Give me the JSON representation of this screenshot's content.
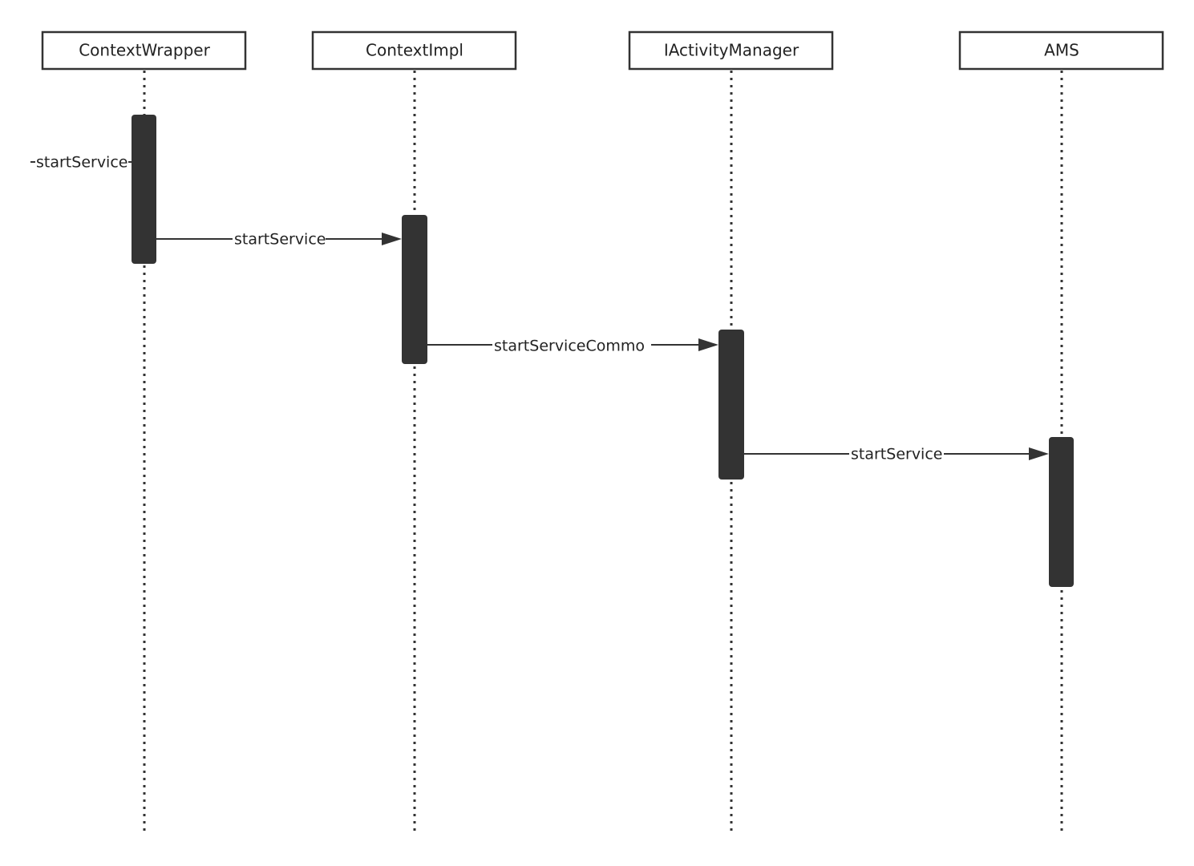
{
  "actors": [
    {
      "id": "contextwrapper",
      "label": "ContextWrapper"
    },
    {
      "id": "contextimpl",
      "label": "ContextImpl"
    },
    {
      "id": "iactivitymanager",
      "label": "IActivityManager"
    },
    {
      "id": "ams",
      "label": "AMS"
    }
  ],
  "messages": [
    {
      "id": "msg-found",
      "label": "startService",
      "from": null,
      "to": "contextwrapper"
    },
    {
      "id": "msg-1",
      "label": "startService",
      "from": "contextwrapper",
      "to": "contextimpl"
    },
    {
      "id": "msg-2",
      "label": "startServiceCommo",
      "from": "contextimpl",
      "to": "iactivitymanager"
    },
    {
      "id": "msg-3",
      "label": "startService",
      "from": "iactivitymanager",
      "to": "ams"
    }
  ],
  "colors": {
    "line": "#333333",
    "activation": "#333333",
    "text": "#222222",
    "background": "#ffffff"
  }
}
